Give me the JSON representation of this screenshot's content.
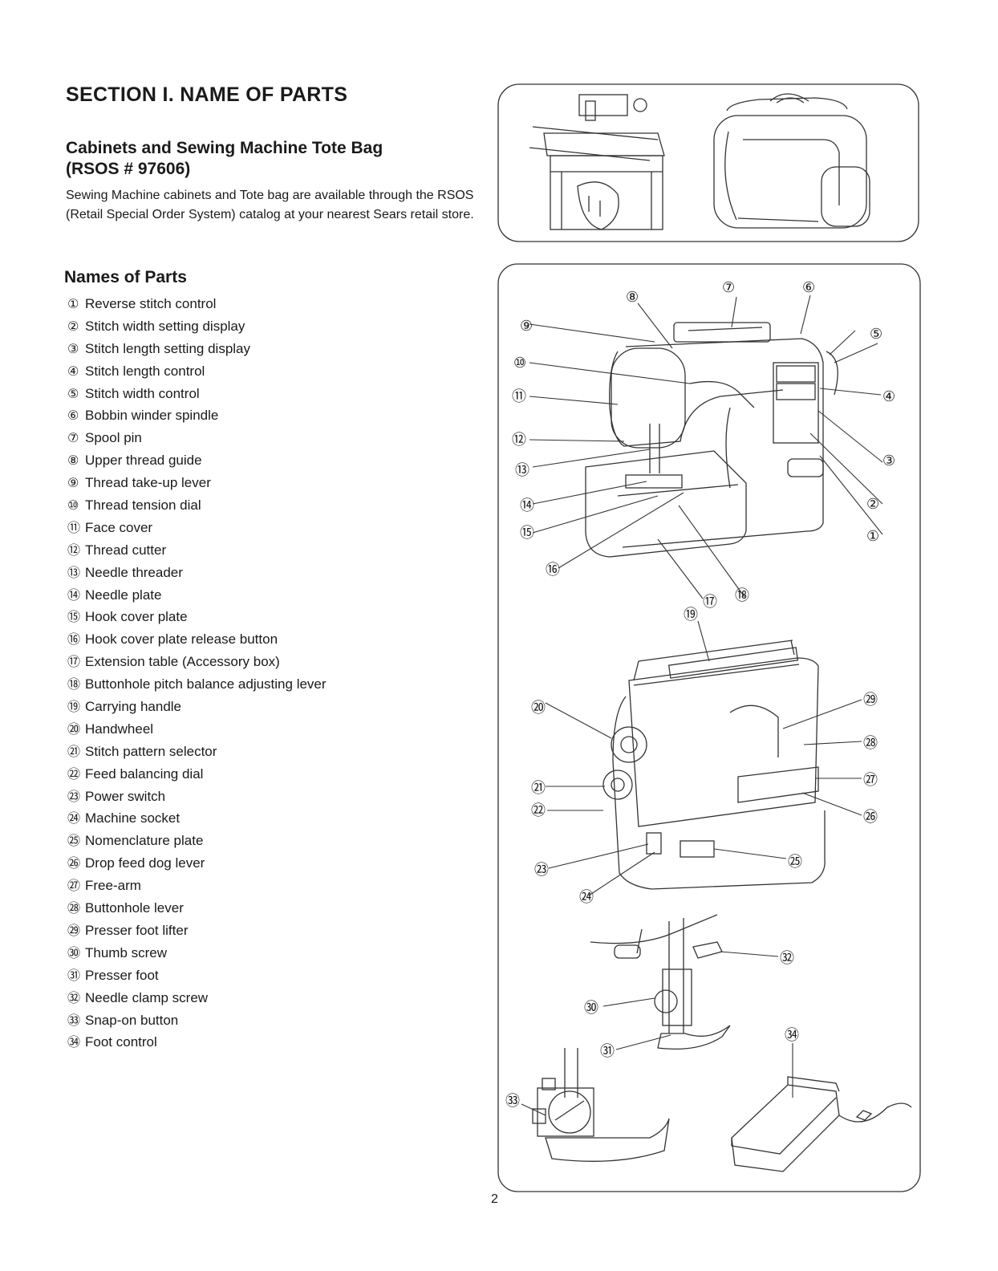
{
  "section_title": "SECTION I. NAME OF PARTS",
  "cabinets": {
    "heading_line1": "Cabinets and Sewing Machine Tote Bag",
    "heading_line2": "(RSOS # 97606)",
    "body": "Sewing Machine cabinets and Tote bag are available through the RSOS (Retail Special Order System) catalog at your nearest Sears retail store."
  },
  "parts_heading": "Names of Parts",
  "parts": [
    {
      "num": "①",
      "label": "Reverse stitch control"
    },
    {
      "num": "②",
      "label": "Stitch width setting display"
    },
    {
      "num": "③",
      "label": "Stitch length setting display"
    },
    {
      "num": "④",
      "label": "Stitch length control"
    },
    {
      "num": "⑤",
      "label": "Stitch width control"
    },
    {
      "num": "⑥",
      "label": "Bobbin winder spindle"
    },
    {
      "num": "⑦",
      "label": "Spool pin"
    },
    {
      "num": "⑧",
      "label": "Upper thread guide"
    },
    {
      "num": "⑨",
      "label": "Thread take-up lever"
    },
    {
      "num": "⑩",
      "label": "Thread tension dial"
    },
    {
      "num": "⑪",
      "label": "Face cover"
    },
    {
      "num": "⑫",
      "label": "Thread cutter"
    },
    {
      "num": "⑬",
      "label": "Needle threader"
    },
    {
      "num": "⑭",
      "label": "Needle plate"
    },
    {
      "num": "⑮",
      "label": "Hook cover plate"
    },
    {
      "num": "⑯",
      "label": "Hook cover plate release button"
    },
    {
      "num": "⑰",
      "label": "Extension table (Accessory box)"
    },
    {
      "num": "⑱",
      "label": "Buttonhole pitch balance adjusting lever"
    },
    {
      "num": "⑲",
      "label": "Carrying handle"
    },
    {
      "num": "⑳",
      "label": "Handwheel"
    },
    {
      "num": "㉑",
      "label": "Stitch pattern selector"
    },
    {
      "num": "㉒",
      "label": "Feed balancing dial"
    },
    {
      "num": "㉓",
      "label": "Power switch"
    },
    {
      "num": "㉔",
      "label": "Machine socket"
    },
    {
      "num": "㉕",
      "label": "Nomenclature plate"
    },
    {
      "num": "㉖",
      "label": "Drop feed dog lever"
    },
    {
      "num": "㉗",
      "label": "Free-arm"
    },
    {
      "num": "㉘",
      "label": "Buttonhole lever"
    },
    {
      "num": "㉙",
      "label": "Presser foot lifter"
    },
    {
      "num": "㉚",
      "label": "Thumb screw"
    },
    {
      "num": "㉛",
      "label": "Presser foot"
    },
    {
      "num": "㉜",
      "label": "Needle clamp screw"
    },
    {
      "num": "㉝",
      "label": "Snap-on button"
    },
    {
      "num": "㉞",
      "label": "Foot control"
    }
  ],
  "callouts": {
    "c1": "①",
    "c2": "②",
    "c3": "③",
    "c4": "④",
    "c5": "⑤",
    "c6": "⑥",
    "c7": "⑦",
    "c8": "⑧",
    "c9": "⑨",
    "c10": "⑩",
    "c11": "⑪",
    "c12": "⑫",
    "c13": "⑬",
    "c14": "⑭",
    "c15": "⑮",
    "c16": "⑯",
    "c17": "⑰",
    "c18": "⑱",
    "c19": "⑲",
    "c20": "⑳",
    "c21": "㉑",
    "c22": "㉒",
    "c23": "㉓",
    "c24": "㉔",
    "c25": "㉕",
    "c26": "㉖",
    "c27": "㉗",
    "c28": "㉘",
    "c29": "㉙",
    "c30": "㉚",
    "c31": "㉛",
    "c32": "㉜",
    "c33": "㉝",
    "c34": "㉞"
  },
  "page_number": "2"
}
